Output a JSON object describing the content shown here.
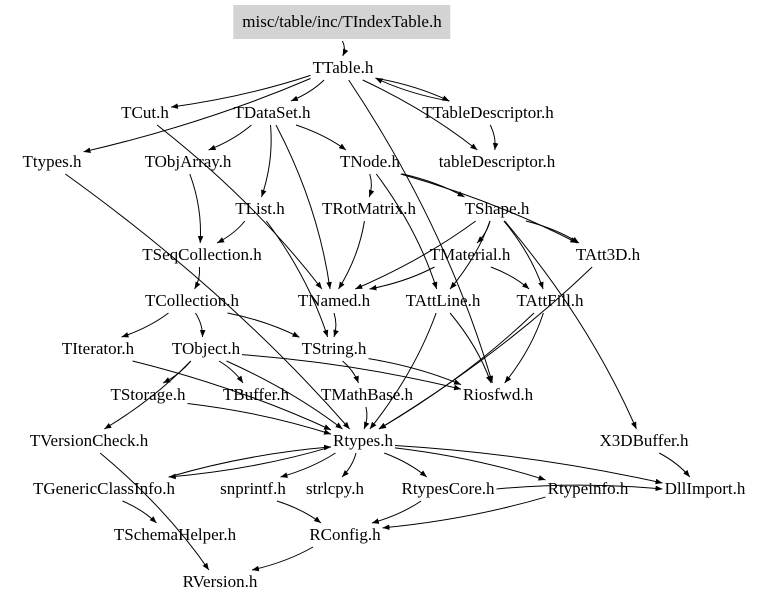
{
  "graph": {
    "root": "misc/table/inc/TIndexTable.h",
    "nodes": {
      "root": "misc/table/inc/TIndexTable.h",
      "TTable": "TTable.h",
      "TCut": "TCut.h",
      "TDataSet": "TDataSet.h",
      "TTableDescriptor": "TTableDescriptor.h",
      "Ttypes": "Ttypes.h",
      "TObjArray": "TObjArray.h",
      "TNode": "TNode.h",
      "tableDescriptor": "tableDescriptor.h",
      "TList": "TList.h",
      "TRotMatrix": "TRotMatrix.h",
      "TShape": "TShape.h",
      "TSeqCollection": "TSeqCollection.h",
      "TMaterial": "TMaterial.h",
      "TAtt3D": "TAtt3D.h",
      "TCollection": "TCollection.h",
      "TNamed": "TNamed.h",
      "TAttLine": "TAttLine.h",
      "TAttFill": "TAttFill.h",
      "TIterator": "TIterator.h",
      "TObject": "TObject.h",
      "TString": "TString.h",
      "TStorage": "TStorage.h",
      "TBuffer": "TBuffer.h",
      "TMathBase": "TMathBase.h",
      "Riosfwd": "Riosfwd.h",
      "TVersionCheck": "TVersionCheck.h",
      "Rtypes": "Rtypes.h",
      "X3DBuffer": "X3DBuffer.h",
      "TGenericClassInfo": "TGenericClassInfo.h",
      "snprintf": "snprintf.h",
      "strlcpy": "strlcpy.h",
      "RtypesCore": "RtypesCore.h",
      "Rtypeinfo": "Rtypeinfo.h",
      "DllImport": "DllImport.h",
      "TSchemaHelper": "TSchemaHelper.h",
      "RConfig": "RConfig.h",
      "RVersion": "RVersion.h"
    },
    "edges": [
      [
        "root",
        "TTable"
      ],
      [
        "TTable",
        "TCut"
      ],
      [
        "TTable",
        "TDataSet"
      ],
      [
        "TTable",
        "TTableDescriptor"
      ],
      [
        "TTableDescriptor",
        "TTable"
      ],
      [
        "TTable",
        "Ttypes"
      ],
      [
        "TTable",
        "tableDescriptor"
      ],
      [
        "TTable",
        "Riosfwd"
      ],
      [
        "TTableDescriptor",
        "tableDescriptor"
      ],
      [
        "TCut",
        "TNamed"
      ],
      [
        "TDataSet",
        "TObjArray"
      ],
      [
        "TDataSet",
        "TNode"
      ],
      [
        "TDataSet",
        "TList"
      ],
      [
        "TDataSet",
        "TNamed"
      ],
      [
        "Ttypes",
        "Rtypes"
      ],
      [
        "TObjArray",
        "TSeqCollection"
      ],
      [
        "TNode",
        "TRotMatrix"
      ],
      [
        "TNode",
        "TShape"
      ],
      [
        "TNode",
        "TAttLine"
      ],
      [
        "TNode",
        "TAtt3D"
      ],
      [
        "TList",
        "TSeqCollection"
      ],
      [
        "TList",
        "TString"
      ],
      [
        "TRotMatrix",
        "TNamed"
      ],
      [
        "TShape",
        "TNamed"
      ],
      [
        "TShape",
        "TMaterial"
      ],
      [
        "TShape",
        "TAttLine"
      ],
      [
        "TShape",
        "TAttFill"
      ],
      [
        "TShape",
        "TAtt3D"
      ],
      [
        "TShape",
        "X3DBuffer"
      ],
      [
        "TMaterial",
        "TNamed"
      ],
      [
        "TMaterial",
        "TAttFill"
      ],
      [
        "TAtt3D",
        "Rtypes"
      ],
      [
        "TSeqCollection",
        "TCollection"
      ],
      [
        "TCollection",
        "TIterator"
      ],
      [
        "TCollection",
        "TObject"
      ],
      [
        "TCollection",
        "TString"
      ],
      [
        "TNamed",
        "TString"
      ],
      [
        "TAttLine",
        "Riosfwd"
      ],
      [
        "TAttLine",
        "Rtypes"
      ],
      [
        "TAttFill",
        "Riosfwd"
      ],
      [
        "TAttFill",
        "Rtypes"
      ],
      [
        "TIterator",
        "Rtypes"
      ],
      [
        "TObject",
        "TStorage"
      ],
      [
        "TObject",
        "TBuffer"
      ],
      [
        "TObject",
        "TVersionCheck"
      ],
      [
        "TObject",
        "Riosfwd"
      ],
      [
        "TObject",
        "Rtypes"
      ],
      [
        "TString",
        "Riosfwd"
      ],
      [
        "TString",
        "TMathBase"
      ],
      [
        "TStorage",
        "Rtypes"
      ],
      [
        "TMathBase",
        "Rtypes"
      ],
      [
        "TVersionCheck",
        "RVersion"
      ],
      [
        "Rtypes",
        "TGenericClassInfo"
      ],
      [
        "Rtypes",
        "snprintf"
      ],
      [
        "Rtypes",
        "strlcpy"
      ],
      [
        "Rtypes",
        "RtypesCore"
      ],
      [
        "Rtypes",
        "Rtypeinfo"
      ],
      [
        "Rtypes",
        "DllImport"
      ],
      [
        "TGenericClassInfo",
        "Rtypes"
      ],
      [
        "TGenericClassInfo",
        "TSchemaHelper"
      ],
      [
        "snprintf",
        "RConfig"
      ],
      [
        "RtypesCore",
        "RConfig"
      ],
      [
        "RtypesCore",
        "DllImport"
      ],
      [
        "Rtypeinfo",
        "RConfig"
      ],
      [
        "RConfig",
        "RVersion"
      ],
      [
        "X3DBuffer",
        "DllImport"
      ]
    ]
  },
  "colors": {
    "root_fill": "#d3d3d3",
    "edge": "#000000"
  }
}
